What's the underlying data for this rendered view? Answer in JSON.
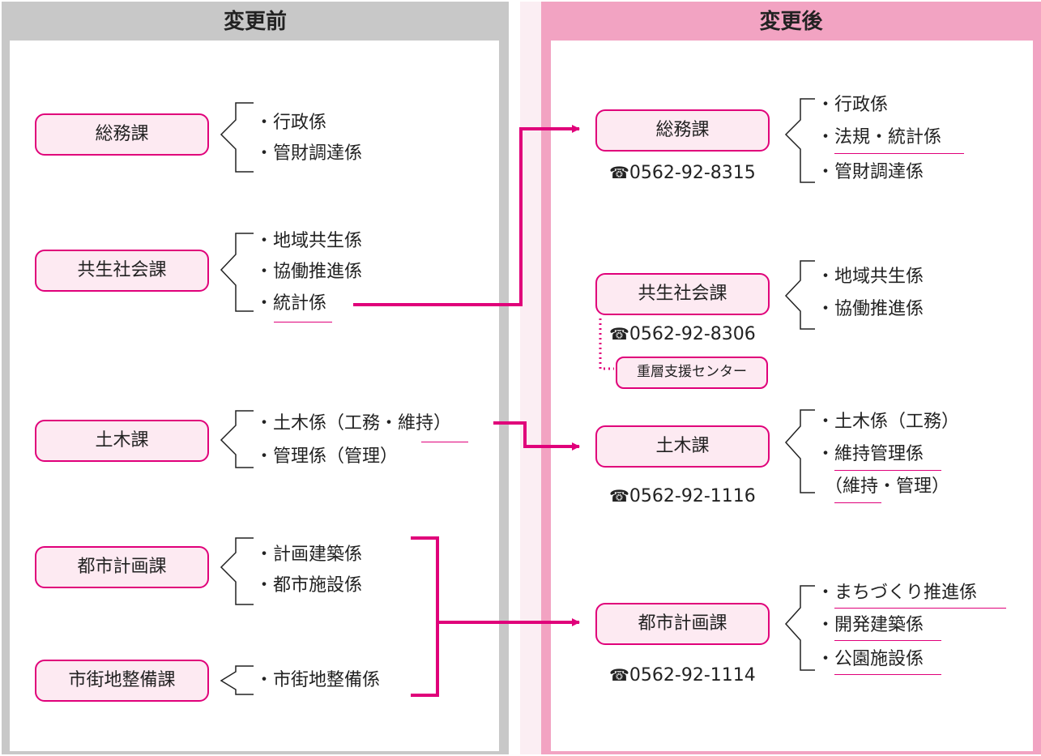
{
  "before": {
    "title": "変更前",
    "departments": [
      {
        "name": "総務課",
        "sections": [
          "・行政係",
          "・管財調達係"
        ]
      },
      {
        "name": "共生社会課",
        "sections": [
          "・地域共生係",
          "・協働推進係",
          "・統計係"
        ]
      },
      {
        "name": "土木課",
        "sections": [
          "・土木係（工務・維持）",
          "・管理係（管理）"
        ]
      },
      {
        "name": "都市計画課",
        "sections": [
          "・計画建築係",
          "・都市施設係"
        ]
      },
      {
        "name": "市街地整備課",
        "sections": [
          "・市街地整備係"
        ]
      }
    ]
  },
  "after": {
    "title": "変更後",
    "departments": [
      {
        "name": "総務課",
        "phone": "0562-92-8315",
        "sections": [
          "・行政係",
          "・法規・統計係",
          "・管財調達係"
        ]
      },
      {
        "name": "共生社会課",
        "phone": "0562-92-8306",
        "sections": [
          "・地域共生係",
          "・協働推進係"
        ],
        "attached": "重層支援センター"
      },
      {
        "name": "土木課",
        "phone": "0562-92-1116",
        "sections": [
          "・土木係（工務）",
          "・維持管理係",
          "（維持・管理）"
        ]
      },
      {
        "name": "都市計画課",
        "phone": "0562-92-1114",
        "sections": [
          "・まちづくり推進係",
          "・開発建築係",
          "・公園施設係"
        ]
      }
    ]
  },
  "phone_symbol": "☎",
  "colors": {
    "accent": "#e0007a",
    "before_header": "#c8c8c8",
    "after_header": "#f2a3c2",
    "box_fill": "#fdeaf2"
  }
}
